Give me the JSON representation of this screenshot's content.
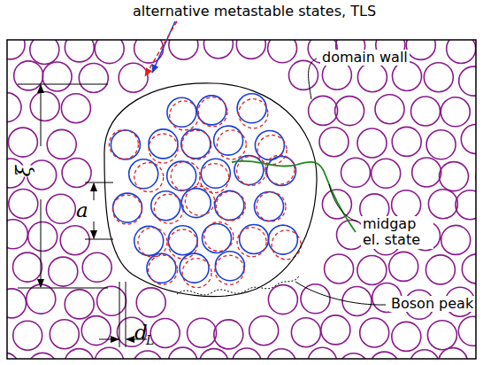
{
  "diagram": {
    "labels": [
      "alternative metastable states, TLS",
      "ξ",
      "a",
      "domain wall",
      "midgap el. state",
      "Boson peak",
      "d",
      "L"
    ]
  }
}
